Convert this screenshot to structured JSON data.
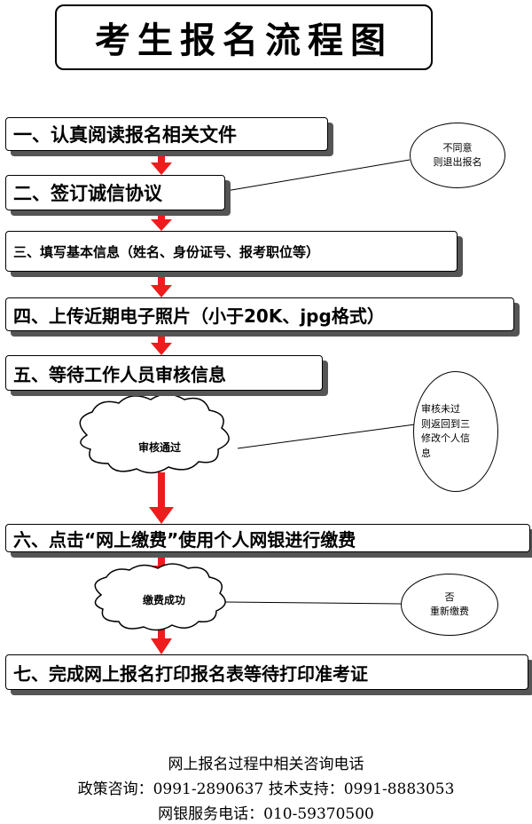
{
  "title": "考生报名流程图",
  "steps": [
    "一、认真阅读报名相关文件",
    "二、签订诚信协议",
    "三、填写基本信息（姓名、身份证号、报考职位等）",
    "四、上传近期电子照片（小于20K、jpg格式）",
    "五、等待工作人员审核信息",
    "六、点击“网上缴费”使用个人网银进行缴费",
    "七、完成网上报名打印报名表等待打印准考证"
  ],
  "clouds": {
    "review_pass": "审核通过",
    "payment_success": "缴费成功"
  },
  "notes": {
    "disagree": [
      "不同意",
      "则退出报名"
    ],
    "review_fail": [
      "审核未过",
      "则返回到三",
      "修改个人信",
      "息"
    ],
    "payment_fail": [
      "否",
      "重新缴费"
    ]
  },
  "footer": {
    "line1": "网上报名过程中相关咨询电话",
    "line2": "政策咨询：0991-2890637  技术支持：0991-8883053",
    "line3": "网银服务电话：010-59370500"
  },
  "colors": {
    "arrow": "#ee1c1c",
    "shadow": "#555555"
  }
}
